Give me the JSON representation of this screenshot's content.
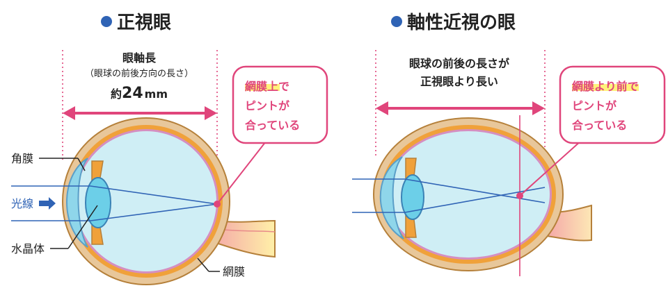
{
  "left": {
    "title": "正視眼",
    "axis_label": "眼軸長",
    "axis_note": "（眼球の前後方向の長さ）",
    "length_prefix": "約",
    "length_value": "24",
    "length_unit": "mm",
    "callout": {
      "line1_highlight": "網膜上",
      "line1_rest": "で",
      "line2": "ピントが",
      "line3": "合っている"
    },
    "labels": {
      "cornea": "角膜",
      "light": "光線",
      "lens": "水晶体",
      "retina": "網膜"
    }
  },
  "right": {
    "title": "軸性近視の眼",
    "desc_line1": "眼球の前後の長さが",
    "desc_line2": "正視眼より長い",
    "callout": {
      "line1_highlight": "網膜より前",
      "line1_rest": "で",
      "line2": "ピントが",
      "line3": "合っている"
    }
  },
  "colors": {
    "accent_pink": "#e0457b",
    "title_dot": "#2f63b5",
    "light_ray": "#2f63b5",
    "highlight": "#fff27a",
    "eye_fill": "#cfeef5",
    "sclera": "#e8c79a",
    "choroid": "#f0a13a"
  }
}
